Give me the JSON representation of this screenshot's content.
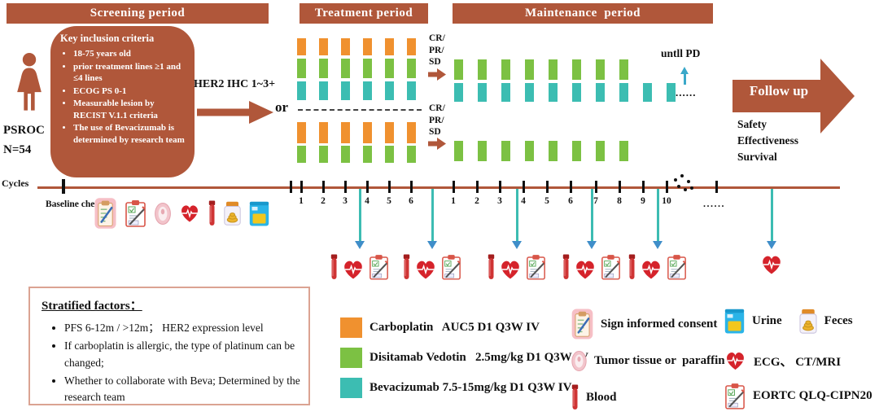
{
  "colors": {
    "sienna": "#b0573a",
    "carboplatin": "#f0912f",
    "disitamab": "#7cc143",
    "bevacizumab": "#3cbdb2",
    "arrow_teal": "#3cbcb2",
    "arrowhead_blue": "#3f8ec9",
    "box_border_pink": "#dba392"
  },
  "icon_names": {
    "consent": "sign-informed-consent-icon",
    "eortc": "questionnaire-clipboard-icon",
    "tumor": "tumor-tissue-icon",
    "ecg": "heart-ecg-icon",
    "blood": "blood-tube-icon",
    "feces": "feces-jar-icon",
    "urine": "urine-cup-icon",
    "woman": "female-patient-icon"
  },
  "periods": {
    "screening": "Screening period",
    "treatment": "Treatment period",
    "maintenance": "Maintenance  period"
  },
  "patient": {
    "cohort": "PSROC",
    "size": "N=54"
  },
  "inclusion": {
    "title": "Key inclusion criteria",
    "bullets": [
      "18-75 years old",
      "prior treatment lines ≥1 and ≤4 lines",
      "ECOG PS 0-1",
      "Measurable lesion by RECIST V.1.1 criteria",
      "The use of Bevacizumab is determined by research team"
    ]
  },
  "her2": {
    "label": "HER2 IHC 1~3+",
    "or": "or"
  },
  "response": {
    "lines": [
      "CR/",
      "PR/",
      "SD"
    ]
  },
  "treatment_schema": {
    "arm1_cycles": 6,
    "arm2_cycles": 6
  },
  "maintenance_schema": {
    "arm1_full_cycles": 8,
    "arm1_extra_bev_cycles": 2,
    "arm2_cycles": 8,
    "until_pd": "untll PD",
    "dots": "......"
  },
  "followup": {
    "title": "Follow up",
    "bullets": [
      "Safety",
      "Effectiveness",
      "Survival"
    ]
  },
  "timeline": {
    "cycles_label": "Cycles",
    "baseline_label": "Baseline check",
    "treatment_ticks": [
      "1",
      "2",
      "3",
      "4",
      "5",
      "6"
    ],
    "maintenance_ticks": [
      "1",
      "2",
      "3",
      "4",
      "5",
      "6",
      "7",
      "8",
      "9",
      "10"
    ],
    "trailing_dots": "......"
  },
  "baseline_icons": [
    "consent",
    "eortc",
    "tumor",
    "ecg",
    "blood",
    "feces",
    "urine"
  ],
  "assessments": [
    {
      "icons": [
        "blood",
        "ecg",
        "eortc"
      ]
    },
    {
      "icons": [
        "blood",
        "ecg",
        "eortc"
      ]
    },
    {
      "icons": [
        "blood",
        "ecg",
        "eortc"
      ]
    },
    {
      "icons": [
        "blood",
        "ecg",
        "eortc"
      ]
    },
    {
      "icons": [
        "blood",
        "ecg",
        "eortc"
      ]
    },
    {
      "icons": [
        "ecg"
      ]
    }
  ],
  "stratified": {
    "title": "Stratified factors：",
    "bullets": [
      "PFS 6-12m / >12m；  HER2 expression level",
      "If carboplatin is allergic, the type of platinum can be changed;",
      "Whether to collaborate with Beva; Determined by the research team"
    ]
  },
  "drug_legend": [
    {
      "drug": "carboplatin",
      "label": "Carboplatin   AUC5 D1 Q3W IV"
    },
    {
      "drug": "disitamab",
      "label": "Disitamab Vedotin   2.5mg/kg D1 Q3W IV"
    },
    {
      "drug": "bevacizumab",
      "label": "Bevacizumab 7.5-15mg/kg D1 Q3W IV"
    }
  ],
  "icon_legend": {
    "col1": [
      {
        "icon": "consent",
        "label": "Sign informed consent"
      },
      {
        "icon": "tumor",
        "label": "Tumor tissue or  paraffin"
      },
      {
        "icon": "blood",
        "label": "Blood"
      }
    ],
    "col2_row1": [
      {
        "icon": "urine",
        "label": "Urine"
      },
      {
        "icon": "feces",
        "label": "Feces"
      }
    ],
    "col2_row2": [
      {
        "icon": "ecg",
        "label": "ECG、 CT/MRI"
      }
    ],
    "col2_row3": [
      {
        "icon": "eortc",
        "label": "EORTC QLQ-CIPN20"
      }
    ]
  }
}
